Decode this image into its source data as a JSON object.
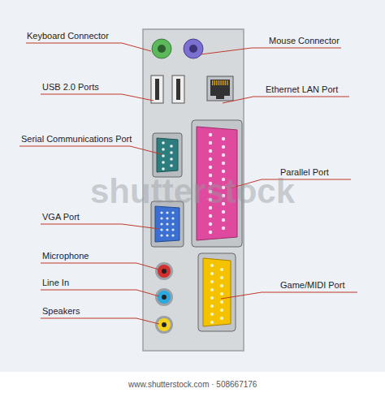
{
  "diagram": {
    "labels": [
      "Keyboard Connector",
      "Mouse Connector",
      "USB 2.0 Ports",
      "Ethernet LAN Port",
      "Serial Communications Port",
      "Parallel Port",
      "VGA Port",
      "Microphone",
      "Line In",
      "Speakers",
      "Game/MIDI Port",
      "shutterstock",
      "www.shutterstock.com · 508667176"
    ]
  }
}
